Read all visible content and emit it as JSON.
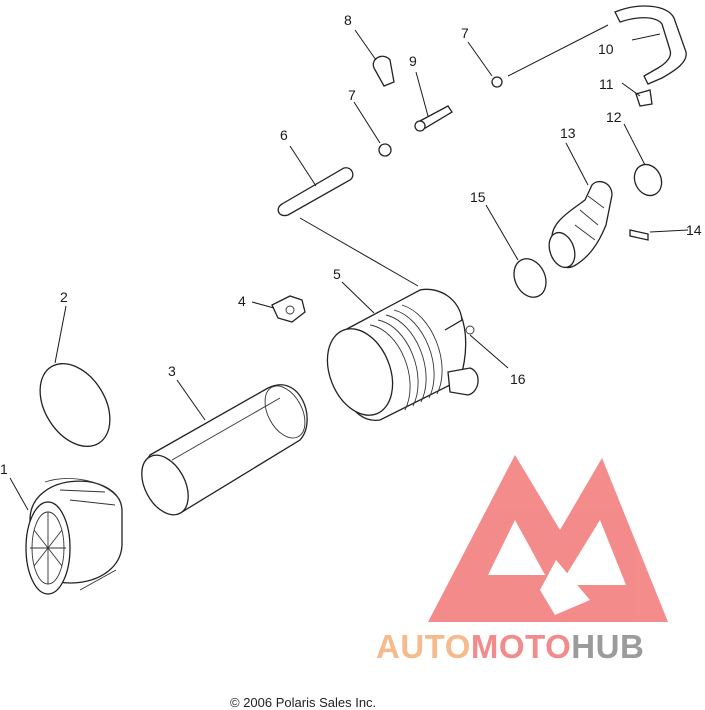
{
  "callouts": {
    "c1": "1",
    "c2": "2",
    "c3": "3",
    "c4": "4",
    "c5": "5",
    "c6": "6",
    "c7a": "7",
    "c7b": "7",
    "c8": "8",
    "c9": "9",
    "c10": "10",
    "c11": "11",
    "c12": "12",
    "c13": "13",
    "c14": "14",
    "c15": "15",
    "c16": "16"
  },
  "watermark": {
    "brand_part1": "AUTO",
    "brand_part2": "MOTO",
    "brand_part3": "HUB",
    "colors": {
      "logo": "#f26b6b",
      "auto": "#f5b07a",
      "moto": "#f07878",
      "hub": "#8a8a8a"
    }
  },
  "footer": {
    "copyright": "© 2006 Polaris Sales Inc."
  }
}
